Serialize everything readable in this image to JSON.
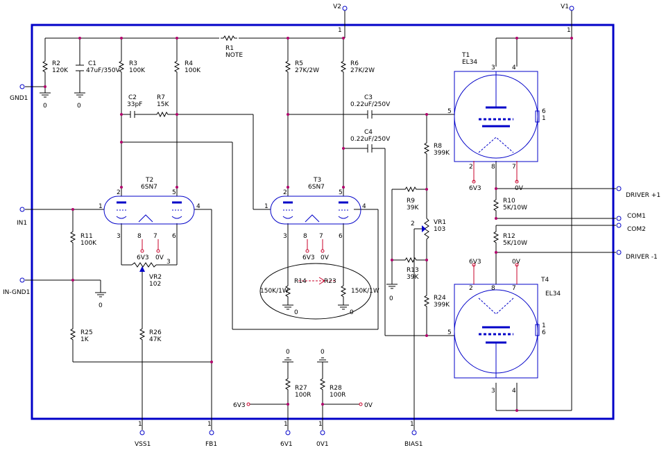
{
  "ports": {
    "v2": "V2",
    "v1": "V1",
    "gnd1": "GND1",
    "in1": "IN1",
    "in_gnd1": "IN-GND1",
    "vss1": "VSS1",
    "fb1": "FB1",
    "p6v1": "6V1",
    "p0v1": "0V1",
    "bias1": "BIAS1",
    "driver_p1": "DRIVER +1",
    "com1": "COM1",
    "com2": "COM2",
    "driver_m1": "DRIVER -1"
  },
  "components": {
    "r1": {
      "ref": "R1",
      "value": "NOTE"
    },
    "r2": {
      "ref": "R2",
      "value": "120K"
    },
    "c1": {
      "ref": "C1",
      "value": "47uF/350V"
    },
    "r3": {
      "ref": "R3",
      "value": "100K"
    },
    "r4": {
      "ref": "R4",
      "value": "100K"
    },
    "r5": {
      "ref": "R5",
      "value": "27K/2W"
    },
    "r6": {
      "ref": "R6",
      "value": "27K/2W"
    },
    "c2": {
      "ref": "C2",
      "value": "33pF"
    },
    "r7": {
      "ref": "R7",
      "value": "15K"
    },
    "c3": {
      "ref": "C3",
      "value": "0.22uF/250V"
    },
    "c4": {
      "ref": "C4",
      "value": "0.22uF/250V"
    },
    "r8": {
      "ref": "R8",
      "value": "399K"
    },
    "r9": {
      "ref": "R9",
      "value": "39K"
    },
    "vr1": {
      "ref": "VR1",
      "value": "103"
    },
    "r13": {
      "ref": "R13",
      "value": "39K"
    },
    "r24": {
      "ref": "R24",
      "value": "399K"
    },
    "r10": {
      "ref": "R10",
      "value": "5K/10W"
    },
    "r12": {
      "ref": "R12",
      "value": "5K/10W"
    },
    "t1": {
      "ref": "T1",
      "value": "EL34"
    },
    "t2": {
      "ref": "T2",
      "value": "6SN7"
    },
    "t3": {
      "ref": "T3",
      "value": "6SN7"
    },
    "t4": {
      "ref": "T4",
      "value": "EL34"
    },
    "r11": {
      "ref": "R11",
      "value": "100K"
    },
    "vr2": {
      "ref": "VR2",
      "value": "102"
    },
    "r25": {
      "ref": "R25",
      "value": "1K"
    },
    "r26": {
      "ref": "R26",
      "value": "47K"
    },
    "r14": {
      "ref": "R14",
      "value": "150K/1W"
    },
    "r23": {
      "ref": "R23",
      "value": "150K/1W"
    },
    "r27": {
      "ref": "R27",
      "value": "100R"
    },
    "r28": {
      "ref": "R28",
      "value": "100R"
    }
  },
  "net_labels": {
    "zero": "0",
    "six_v3": "6V3",
    "zero_v": "0V"
  },
  "pins": {
    "p1": "1",
    "p2": "2",
    "p3": "3",
    "p4": "4",
    "p5": "5",
    "p6": "6",
    "p7": "7",
    "p8": "8"
  }
}
